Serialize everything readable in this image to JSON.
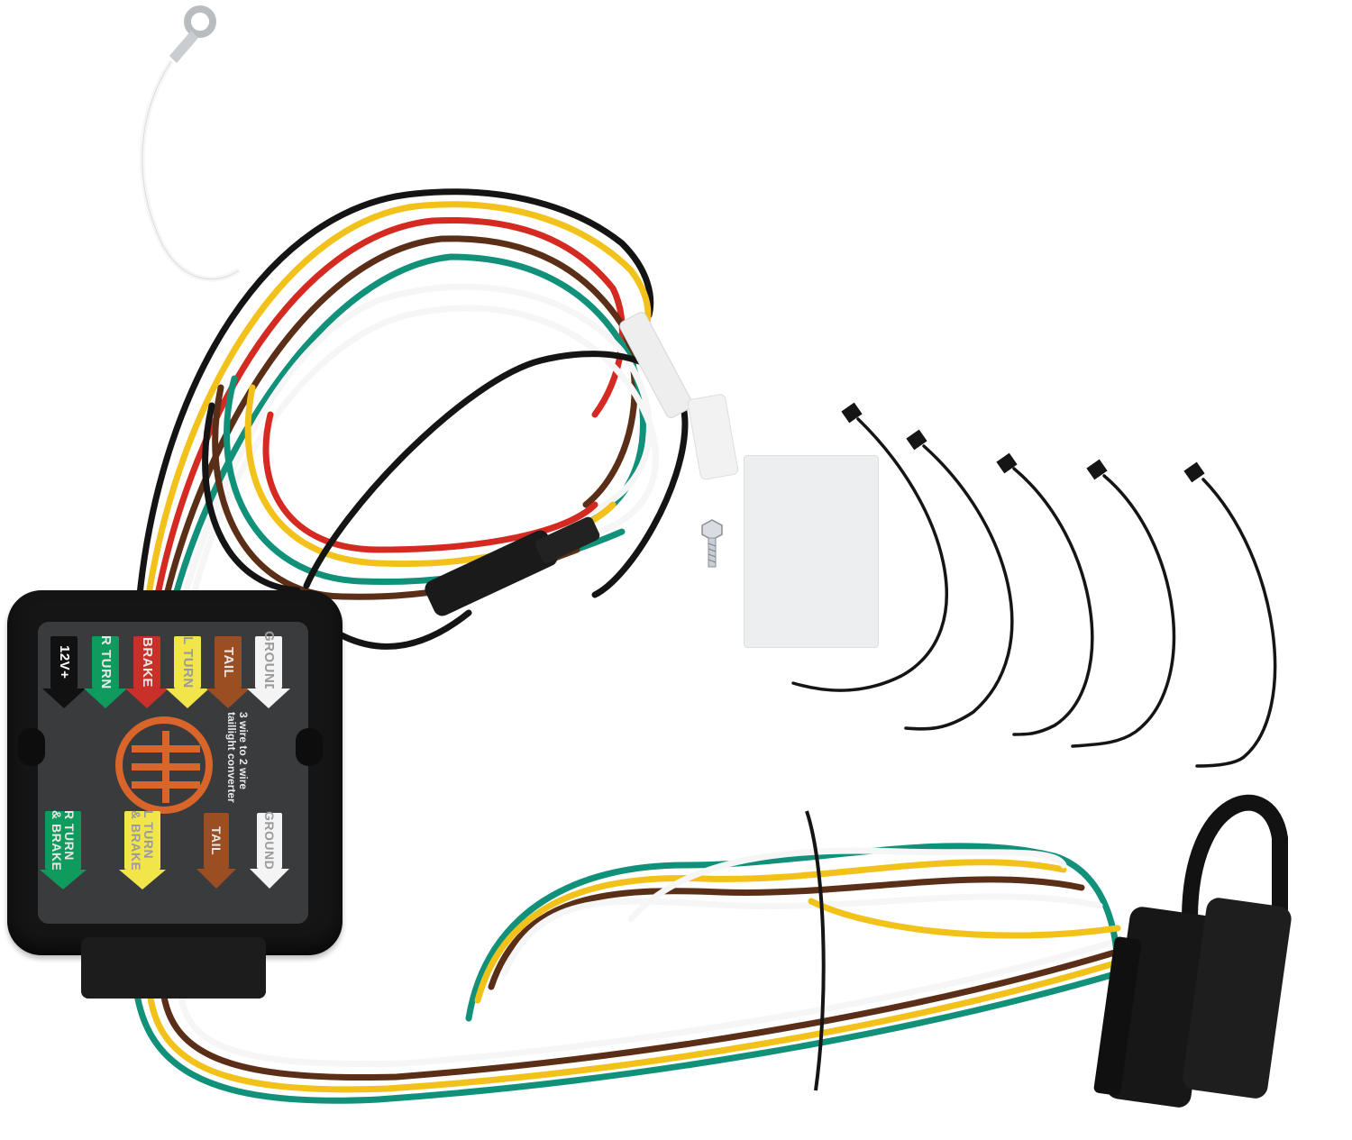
{
  "image": {
    "subject": "3 wire to 2 wire taillight converter kit",
    "background_color": "#ffffff"
  },
  "converter_box": {
    "color": "#151515",
    "panel_color": "#3a3b3d",
    "subtitle": "3 wire to 2 wire\ntaillight converter",
    "logo_color": "#d9652b",
    "inputs": [
      {
        "label": "12V+",
        "color": "#111111",
        "text_color": "#ffffff"
      },
      {
        "label": "R TURN",
        "color": "#0f9b5e",
        "text_color": "#e8e8e8"
      },
      {
        "label": "BRAKE",
        "color": "#c8312a",
        "text_color": "#e8e8e8"
      },
      {
        "label": "L TURN",
        "color": "#f2e54a",
        "text_color": "#9a9a9a"
      },
      {
        "label": "TAIL",
        "color": "#9a4e22",
        "text_color": "#e8e8e8"
      },
      {
        "label": "GROUND",
        "color": "#f4f4f4",
        "text_color": "#9a9a9a"
      }
    ],
    "outputs": [
      {
        "label": "R TURN\n& BRAKE",
        "color": "#0f9b5e",
        "text_color": "#e8e8e8"
      },
      {
        "label": "L TURN\n& BRAKE",
        "color": "#f2e54a",
        "text_color": "#9a9a9a"
      },
      {
        "label": "TAIL",
        "color": "#9a4e22",
        "text_color": "#e8e8e8"
      },
      {
        "label": "GROUND",
        "color": "#f4f4f4",
        "text_color": "#9a9a9a"
      }
    ]
  },
  "wire_colors": {
    "white": "#f6f6f6",
    "black": "#141414",
    "red": "#d52a22",
    "yellow": "#f2c21b",
    "green": "#11917a",
    "brown": "#5a2e17"
  },
  "accessories": {
    "cable_tie_count": 5,
    "screw_count": 1,
    "adhesive_pad_count": 1,
    "ring_terminal_count": 1
  },
  "connectors": {
    "four_way_flat": "black 4-pin flat trailer connector with dust cap"
  }
}
